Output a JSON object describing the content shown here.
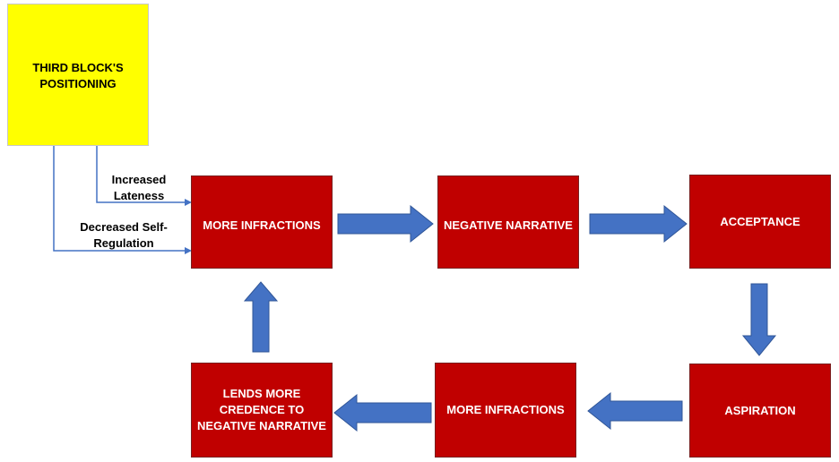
{
  "source": {
    "text": "THIRD BLOCK'S\nPOSITIONING",
    "color": "#ffff00"
  },
  "edge_labels": {
    "increased_lateness": "Increased\nLateness",
    "decreased_self_regulation": "Decreased Self-\nRegulation"
  },
  "nodes": {
    "more_infractions_top": "MORE INFRACTIONS",
    "negative_narrative": "NEGATIVE NARRATIVE",
    "acceptance": "ACCEPTANCE",
    "aspiration": "ASPIRATION",
    "more_infractions_bottom": "MORE INFRACTIONS",
    "lends_more_credence": "LENDS MORE\nCREDENCE TO\nNEGATIVE NARRATIVE"
  },
  "colors": {
    "node_fill": "#c00000",
    "arrow": "#4472c4",
    "connector": "#4472c4"
  }
}
